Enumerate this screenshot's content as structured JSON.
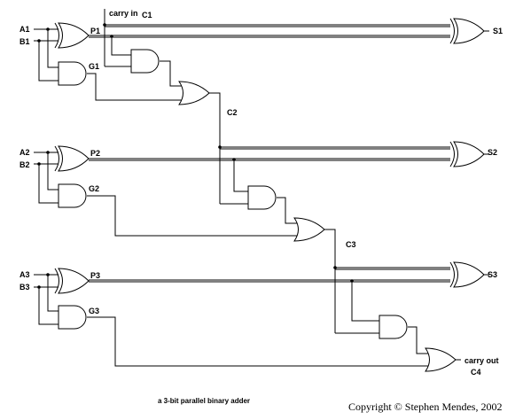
{
  "labels": {
    "a1": "A1",
    "b1": "B1",
    "p1": "P1",
    "g1": "G1",
    "a2": "A2",
    "b2": "B2",
    "p2": "P2",
    "g2": "G2",
    "a3": "A3",
    "b3": "B3",
    "p3": "P3",
    "g3": "G3",
    "carry_in": "carry in",
    "c1": "C1",
    "c2": "C2",
    "c3": "C3",
    "carry_out": "carry out",
    "c4": "C4",
    "s1": "S1",
    "s2": "S2",
    "s3": "S3"
  },
  "caption": "a 3-bit parallel binary adder",
  "copyright": "Copyright © Stephen Mendes, 2002"
}
